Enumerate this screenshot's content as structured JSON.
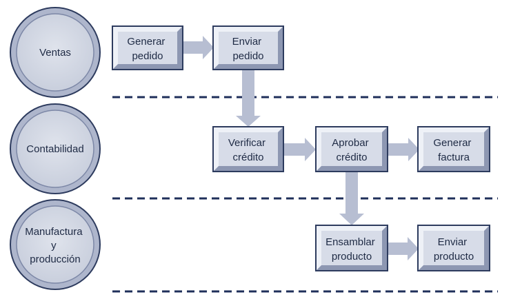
{
  "lanes": [
    {
      "label_lines": [
        "Ventas"
      ]
    },
    {
      "label_lines": [
        "Contabilidad"
      ]
    },
    {
      "label_lines": [
        "Manufactura",
        "y",
        "producción"
      ]
    }
  ],
  "steps": {
    "generar_pedido": {
      "lines": [
        "Generar",
        "pedido"
      ]
    },
    "enviar_pedido": {
      "lines": [
        "Enviar",
        "pedido"
      ]
    },
    "verificar_credito": {
      "lines": [
        "Verificar",
        "crédito"
      ]
    },
    "aprobar_credito": {
      "lines": [
        "Aprobar",
        "crédito"
      ]
    },
    "generar_factura": {
      "lines": [
        "Generar",
        "factura"
      ]
    },
    "ensamblar_producto": {
      "lines": [
        "Ensamblar",
        "producto"
      ]
    },
    "enviar_producto": {
      "lines": [
        "Enviar",
        "producto"
      ]
    }
  },
  "colors": {
    "circle_outer": "#b9c0d4",
    "circle_inner": "#d6dbe7",
    "circle_border": "#2d3b5e",
    "box_fill": "#d7dce8",
    "box_bevel_light": "#eef1f7",
    "box_bevel_dark": "#8d97b2",
    "box_border": "#2d3b5e",
    "arrow_fill": "#b7bed2",
    "divider": "#1f2f5a",
    "text": "#1e2a44"
  }
}
